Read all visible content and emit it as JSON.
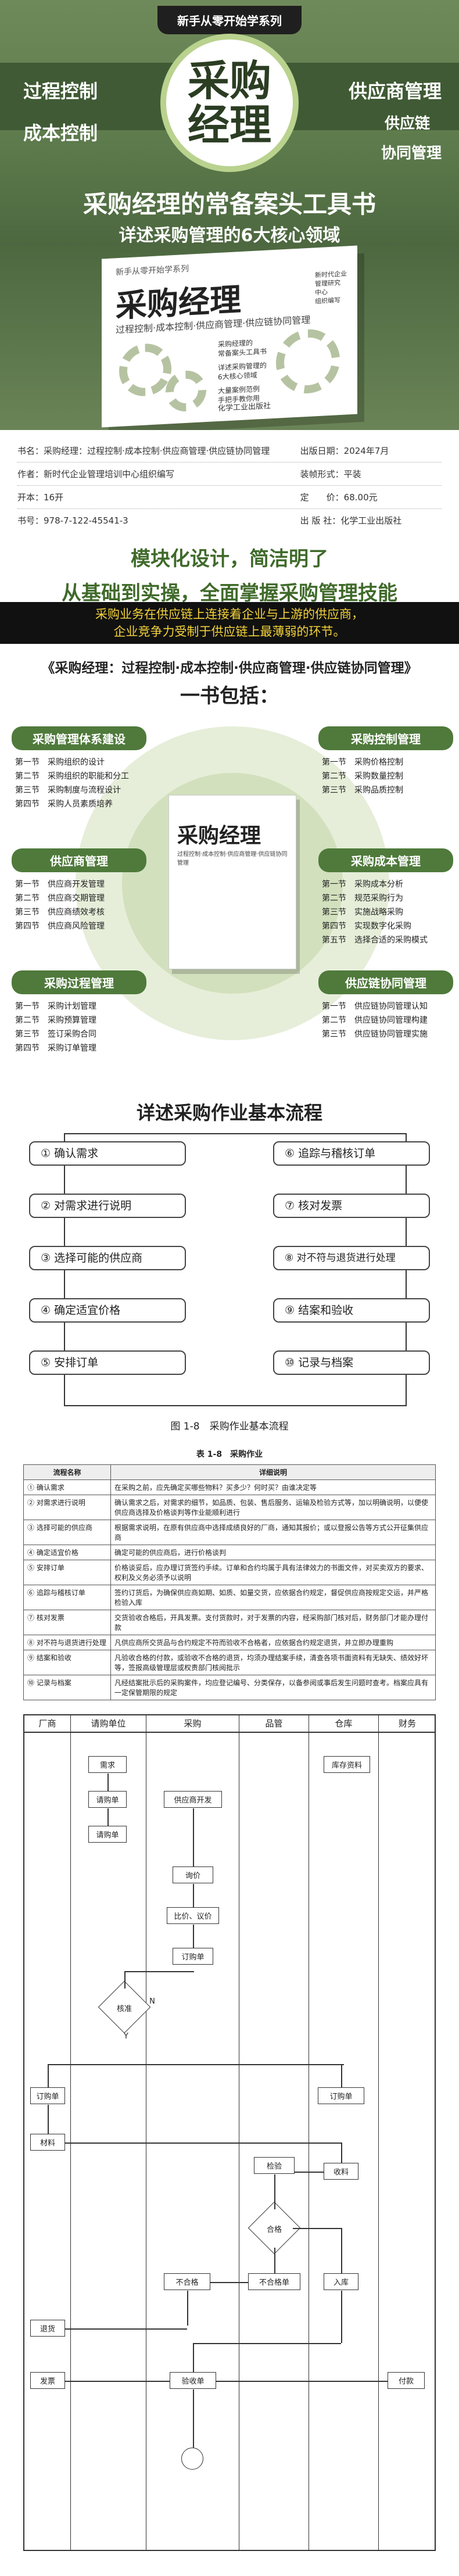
{
  "hero": {
    "series": "新手从零开始学系列",
    "left_tags": [
      "过程控制",
      "成本控制"
    ],
    "right_tags": [
      "供应商管理",
      "供应链",
      "协同管理"
    ],
    "title": "采购经理",
    "headline": "采购经理的常备案头工具书",
    "subline": "详述采购管理的6大核心领域"
  },
  "cover": {
    "series": "新手从零开始学系列",
    "title": "采购经理",
    "subtitle": "过程控制·成本控制·供应商管理·供应链协同管理",
    "side": [
      "新时代企业",
      "管理研究",
      "中心",
      "组织编写"
    ],
    "badge": [
      "采购经理的",
      "常备案头工具书"
    ],
    "blurb": [
      "详述采购管理的",
      "6大核心领域"
    ],
    "blurb2": [
      "大量案例范例",
      "手把手教你用"
    ],
    "publisher": "化学工业出版社"
  },
  "info": {
    "rows": [
      [
        "书名：采购经理：过程控制·成本控制·供应商管理·供应链协同管理",
        "出版日期：2024年7月"
      ],
      [
        "作者：新时代企业管理培训中心组织编写",
        "装帧形式：平装"
      ],
      [
        "开本：16开",
        "定　　价：68.00元"
      ],
      [
        "书号：978-7-122-45541-3",
        "出 版 社：化学工业出版社"
      ]
    ]
  },
  "slogan": {
    "line1": "模块化设计，简洁明了",
    "line2": "从基础到实操，全面掌握采购管理技能",
    "bar1": "采购业务在供应链上连接着企业与上游的供应商，",
    "bar2": "企业竞争力受制于供应链上最薄弱的环节。"
  },
  "contents": {
    "title": "《采购经理：过程控制·成本控制·供应商管理·供应链协同管理》",
    "subtitle": "一书包括：",
    "book_title": "采购经理",
    "book_sub": "过程控制·成本控制·供应商管理·供应链协同管理",
    "modules": [
      {
        "name": "采购管理体系建设",
        "items": [
          "第一节　采购组织的设计",
          "第二节　采购组织的职能和分工",
          "第三节　采购制度与流程设计",
          "第四节　采购人员素质培养"
        ]
      },
      {
        "name": "采购控制管理",
        "items": [
          "第一节　采购价格控制",
          "第二节　采购数量控制",
          "第三节　采购品质控制"
        ]
      },
      {
        "name": "供应商管理",
        "items": [
          "第一节　供应商开发管理",
          "第二节　供应商交期管理",
          "第三节　供应商绩效考核",
          "第四节　供应商风险管理"
        ]
      },
      {
        "name": "采购成本管理",
        "items": [
          "第一节　采购成本分析",
          "第二节　规范采购行为",
          "第三节　实施战略采购",
          "第四节　实现数字化采购",
          "第五节　选择合适的采购模式"
        ]
      },
      {
        "name": "采购过程管理",
        "items": [
          "第一节　采购计划管理",
          "第二节　采购预算管理",
          "第三节　签订采购合同",
          "第四节　采购订单管理"
        ]
      },
      {
        "name": "供应链协同管理",
        "items": [
          "第一节　供应链协同管理认知",
          "第二节　供应链协同管理构建",
          "第三节　供应链协同管理实施"
        ]
      }
    ]
  },
  "flow": {
    "title": "详述采购作业基本流程",
    "left": [
      "① 确认需求",
      "② 对需求进行说明",
      "③ 选择可能的供应商",
      "④ 确定适宜价格",
      "⑤ 安排订单"
    ],
    "right": [
      "⑥ 追踪与稽核订单",
      "⑦ 核对发票",
      "⑧ 对不符与退货进行处理",
      "⑨ 结案和验收",
      "⑩ 记录与档案"
    ],
    "caption": "图 1-8　采购作业基本流程"
  },
  "table": {
    "caption": "表 1-8　采购作业",
    "headers": [
      "流程名称",
      "详细说明"
    ],
    "rows": [
      [
        "① 确认需求",
        "在采购之前，应先确定买哪些物料？买多少？何时买？由谁决定等"
      ],
      [
        "② 对需求进行说明",
        "确认需求之后，对需求的细节，如品质、包装、售后服务、运输及检验方式等，加以明确说明，以便使供应商选择及价格谈判等作业能顺利进行"
      ],
      [
        "③ 选择可能的供应商",
        "根据需求说明，在原有供应商中选择成绩良好的厂商，通知其报价；或以登报公告等方式公开征集供应商"
      ],
      [
        "④ 确定适宜价格",
        "确定可能的供应商后，进行价格谈判"
      ],
      [
        "⑤ 安排订单",
        "价格谈妥后，应办理订货签约手续。订单和合约均属于具有法律效力的书面文件，对买卖双方的要求、权利及义务必须予以说明"
      ],
      [
        "⑥ 追踪与稽核订单",
        "签约订货后，为确保供应商如期、如质、如量交货，应依据合约规定，督促供应商按规定交运，并严格检验入库"
      ],
      [
        "⑦ 核对发票",
        "交货验收合格后，开具发票。支付货款时，对于发票的内容，经采购部门核对后，财务部门才能办理付款"
      ],
      [
        "⑧ 对不符与退货进行处理",
        "凡供应商所交货品与合约规定不符而验收不合格者，应依据合约规定退货，并立即办理重购"
      ],
      [
        "⑨ 结案和验收",
        "凡验收合格的付款，或验收不合格的退货，均须办理结案手续，清查各项书面资料有无缺失、绩效好坏等，签报高级管理层或权责部门核阅批示"
      ],
      [
        "⑩ 记录与档案",
        "凡经结案批示后的采购案件，均应登记编号、分类保存，以备参阅或事后发生问题时查考。档案应具有一定保管期限的规定"
      ]
    ]
  },
  "swim": {
    "lanes": [
      "厂商",
      "请购单位",
      "采购",
      "品管",
      "仓库",
      "财务"
    ],
    "nodes": {
      "need": "需求",
      "req": "请购单",
      "reqform": "请购单",
      "devsup": "供应商开发",
      "inventory": "库存资料",
      "quote": "询价",
      "compare": "比价、议价",
      "order": "订购单",
      "approve": "核准",
      "order2": "订购单",
      "order3": "订购单",
      "material": "材料",
      "receive": "收料",
      "inspect": "检验",
      "pass": "合格",
      "instock": "入库",
      "reject": "不合格",
      "reject2": "不合格单",
      "ret": "退货",
      "invoice": "发票",
      "check": "验收单",
      "pay": "付款"
    },
    "yes": "Y",
    "no": "N"
  }
}
